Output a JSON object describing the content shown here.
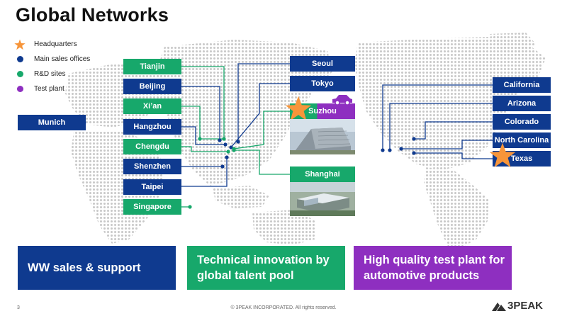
{
  "title": "Global Networks",
  "colors": {
    "navy": "#0f3a8f",
    "green": "#17a86b",
    "purple": "#8e2fc0",
    "orange": "#f7953a",
    "map_dot": "#c8c8c8"
  },
  "legend": [
    {
      "icon": "star-icon",
      "label": "Headquarters"
    },
    {
      "icon": "navy-dot-icon",
      "label": "Main sales offices"
    },
    {
      "icon": "green-dot-icon",
      "label": "R&D sites"
    },
    {
      "icon": "purple-dot-icon",
      "label": "Test plant"
    }
  ],
  "locations": {
    "munich": "Munich",
    "tianjin": "Tianjin",
    "beijing": "Beijing",
    "xian": "Xi’an",
    "hangzhou": "Hangzhou",
    "chengdu": "Chengdu",
    "shenzhen": "Shenzhen",
    "taipei": "Taipei",
    "singapore": "Singapore",
    "seoul": "Seoul",
    "tokyo": "Tokyo",
    "suzhou": "Suzhou",
    "shanghai": "Shanghai",
    "california": "California",
    "arizona": "Arizona",
    "colorado": "Colorado",
    "north_carolina": "North Carolina",
    "texas": "Texas"
  },
  "bands": {
    "sales": "WW sales & support",
    "innovation_line1": "Technical innovation by",
    "innovation_line2": "global talent pool",
    "quality_line1": "High quality test plant for",
    "quality_line2": "automotive products"
  },
  "footer": {
    "page": "3",
    "copyright": "© 3PEAK INCORPORATED. All rights reserved.",
    "logo": "3PEAK"
  }
}
